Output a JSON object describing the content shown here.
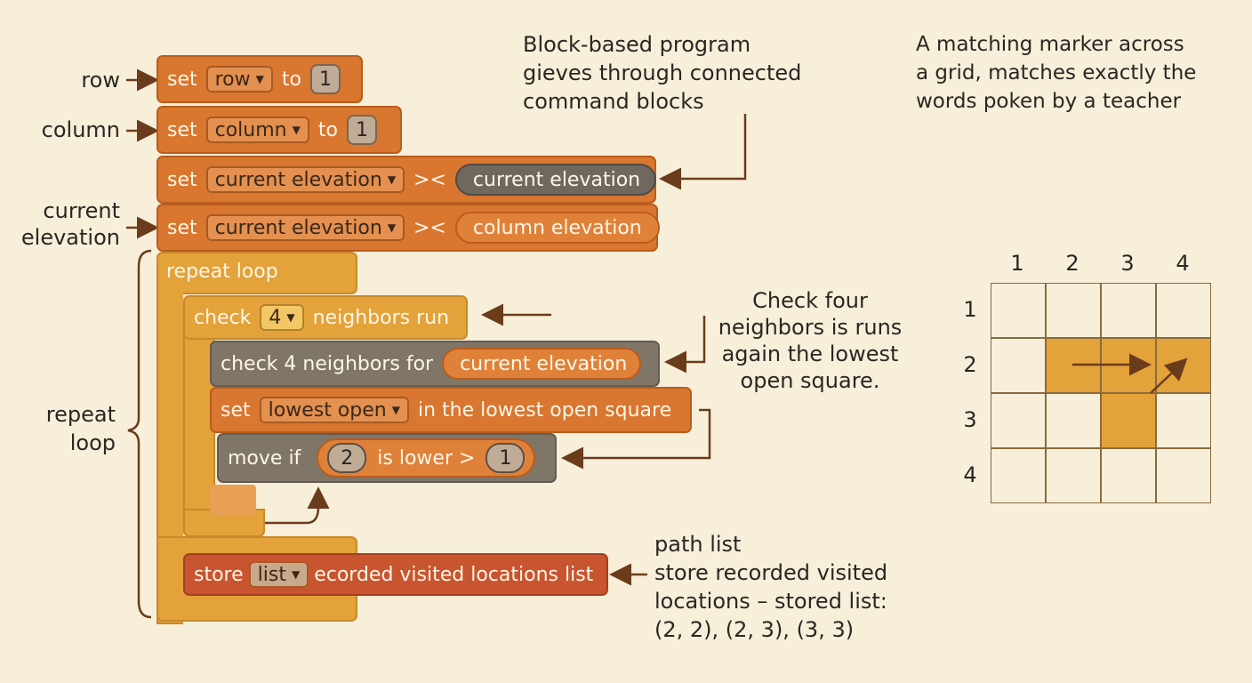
{
  "labels": {
    "row": "row",
    "column": "column",
    "current_elevation_1": "current",
    "current_elevation_2": "elevation",
    "repeat_1": "repeat",
    "repeat_2": "loop"
  },
  "notes": {
    "top_center": [
      "Block-based program",
      "gieves through connected",
      "command blocks"
    ],
    "top_right": [
      "A matching marker across",
      "a grid, matches exactly the",
      "words poken by a teacher"
    ],
    "check_four": [
      "Check four",
      "neighbors is runs",
      "again the lowest",
      "open square."
    ],
    "path_list": [
      "path list",
      "store recorded visited",
      "locations – stored list:",
      "(2, 2), (2, 3), (3, 3)"
    ]
  },
  "blocks": {
    "set_row": {
      "set": "set",
      "var": "row",
      "to": "to",
      "value": "1"
    },
    "set_column": {
      "set": "set",
      "var": "column",
      "to": "to",
      "value": "1"
    },
    "set_elev1": {
      "set": "set",
      "var": "current elevation",
      "op": "><",
      "value": "current elevation"
    },
    "set_elev2": {
      "set": "set",
      "var": "current elevation",
      "op": "><",
      "value": "column elevation"
    },
    "repeat": {
      "label": "repeat loop"
    },
    "check_run": {
      "check": "check",
      "count": "4",
      "text": "neighbors run"
    },
    "check_for": {
      "text": "check 4 neighbors for",
      "value": "current elevation"
    },
    "set_lowest": {
      "set": "set",
      "var": "lowest open",
      "text": "in the lowest open square"
    },
    "move_if": {
      "text": "move if",
      "a": "2",
      "cmp": "is lower >",
      "b": "1"
    },
    "store": {
      "store": "store",
      "var": "list",
      "text": "ecorded visited locations list"
    }
  },
  "grid": {
    "col_labels": [
      "1",
      "2",
      "3",
      "4"
    ],
    "row_labels": [
      "1",
      "2",
      "3",
      "4"
    ],
    "highlighted": [
      [
        2,
        2
      ],
      [
        2,
        3
      ],
      [
        2,
        4
      ],
      [
        3,
        3
      ]
    ],
    "highlight_color": "#e3a23a",
    "line_color": "#8a6a3e"
  },
  "colors": {
    "background": "#f7efd9",
    "block_orange": "#d9762f",
    "block_gray": "#7f7668",
    "block_red": "#c95430",
    "block_yellow": "#e3a23a",
    "arrow": "#6b3c1c"
  }
}
